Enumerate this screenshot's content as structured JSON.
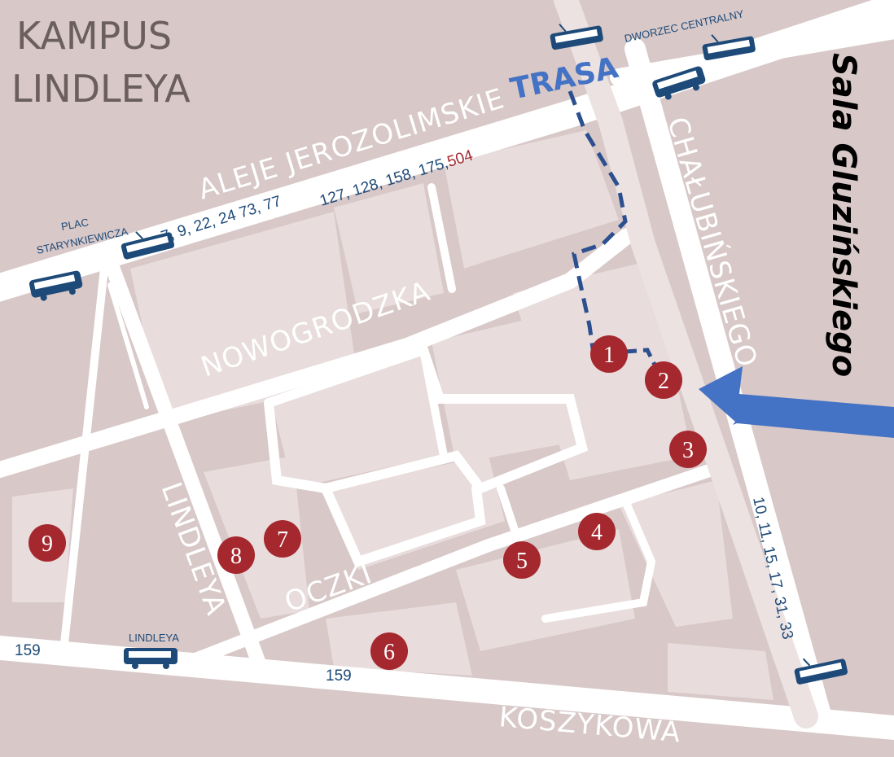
{
  "campus_title": [
    "KAMPUS",
    "LINDLEYA"
  ],
  "route_label": "TRASA",
  "venue_label": "Sala Gluzińskiego",
  "streets": {
    "aleje": "ALEJE JEROZOLIMSKIE",
    "nowogrodzka": "NOWOGRODZKA",
    "chalubinskiego": "CHAŁUBIŃSKIEGO",
    "lindleya": "LINDLEYA",
    "oczki": "OCZKI",
    "koszykowa": "KOSZYKOWA"
  },
  "stops": {
    "plac": [
      "PLAC",
      "STARYNKIEWICZA"
    ],
    "dworzec": "DWORZEC CENTRALNY",
    "lindleya": "LINDLEYA"
  },
  "lines": {
    "tram_aleje": "7, 9, 22, 24 73, 77",
    "bus_aleje": "127, 128, 158, 175,",
    "bus_aleje_red": "504",
    "tram_chalubinskiego": "10, 11, 15, 17, 31, 33",
    "bus_koszykowa_left": "159",
    "bus_koszykowa_mid": "159"
  },
  "markers": [
    "1",
    "2",
    "3",
    "4",
    "5",
    "6",
    "7",
    "8",
    "9"
  ],
  "colors": {
    "background": "#d8c8c8",
    "marker": "#a5282e",
    "transit": "#1d4a78",
    "arrow": "#4472c4"
  }
}
